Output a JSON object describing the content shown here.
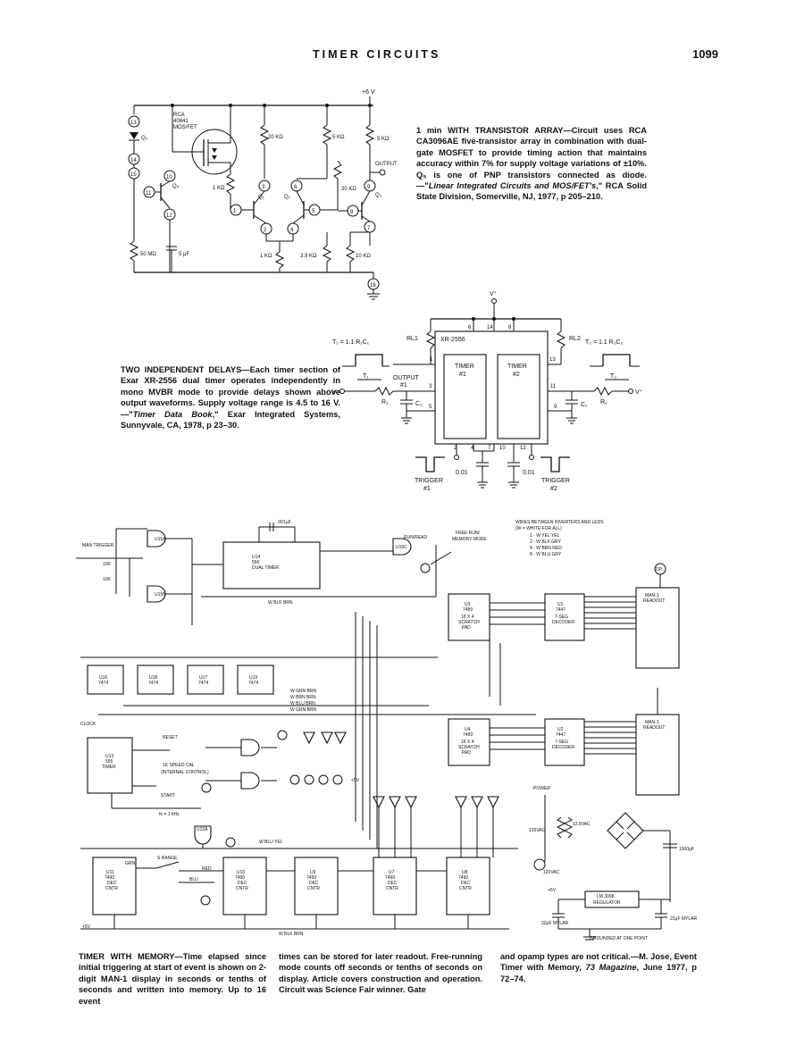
{
  "header": {
    "title": "TIMER CIRCUITS",
    "page_number": "1099"
  },
  "circuit1": {
    "caption_title": "1 min WITH TRANSISTOR ARRAY",
    "caption_body": "—Circuit uses RCA CA3096AE five-transistor array in combination with dual-gate MOSFET to provide timing action that maintains accuracy within 7% for supply voltage variations of ±10%. Q₅ is one of PNP transistors connected as diode.—\"",
    "caption_ref_title": "Linear Integrated Circuits and MOS/FET's",
    "caption_ref_rest": ",\" RCA Solid State Division, Somerville, NJ, 1977, p 205–210.",
    "labels": {
      "supply": "+6 V",
      "mosfet1": "RCA",
      "mosfet2": "40841",
      "mosfet3": "MOS/FET",
      "r20k_a": "20 KΩ",
      "r5k_a": "5 KΩ",
      "r5k_b": "5 KΩ",
      "output": "OUTPUT",
      "r20k_b": "20 KΩ",
      "r1k_a": "1 KΩ",
      "r50m": "50 MΩ",
      "c5u": "5 μF",
      "r1k_b": "1 KΩ",
      "r39k": "3.9 KΩ",
      "r10k": "10 KΩ",
      "q5": "Q₅",
      "q4": "Q₄",
      "q1": "Q₁",
      "q2": "Q₂",
      "q3": "Q₃",
      "pins": [
        "13",
        "14",
        "15",
        "10",
        "11",
        "12",
        "3",
        "6",
        "9",
        "1",
        "5",
        "8",
        "2",
        "4",
        "7",
        "16"
      ]
    }
  },
  "circuit2": {
    "caption_title": "TWO INDEPENDENT DELAYS",
    "caption_body": "—Each timer section of Exar XR-2556 dual timer operates independently in mono MVBR mode to provide delays shown above output waveforms. Supply voltage range is 4.5 to 16 V.—\"",
    "caption_ref_title": "Timer Data Book",
    "caption_ref_rest": ",\" Exar Integrated Systems, Sunnyvale, CA, 1978, p 23–30.",
    "labels": {
      "vplus_top": "V⁺",
      "t1_formula": "T₁ = 1.1 R₁C₁",
      "t2_formula": "T₂ = 1.1 R₂C₂",
      "rl1": "RL1",
      "rl2": "RL2",
      "chip": "XR-2556",
      "timer1": "TIMER",
      "timer1_num": "#1",
      "timer2": "TIMER",
      "timer2_num": "#2",
      "output1": "OUTPUT",
      "output1_num": "#1",
      "t1": "T₁",
      "t2": "T₂",
      "vplus_left": "V⁺",
      "vplus_right": "V⁺",
      "r1": "R₁",
      "c1": "C₁",
      "r2": "R₂",
      "c2": "C₂",
      "cap_a": "0.01",
      "cap_b": "0.01",
      "trigger1": "TRIGGER",
      "trigger1_num": "#1",
      "trigger2": "TRIGGER",
      "trigger2_num": "#2",
      "pins": [
        "6",
        "14",
        "8",
        "1",
        "13",
        "3",
        "11",
        "5",
        "9",
        "2",
        "4",
        "7",
        "10",
        "12"
      ]
    }
  },
  "circuit3": {
    "caption_title": "TIMER WITH MEMORY",
    "caption_body_col1": "—Time elapsed since initial triggering at start of event is shown on 2-digit MAN-1 display in seconds or tenths of seconds and written into memory. Up to 16 event",
    "caption_body_col2": "times can be stored for later readout. Free-running mode counts off seconds or tenths of seconds on display. Article covers construction and operation. Circuit was Science Fair winner. Gate",
    "caption_body_col3_a": "and opamp types are not critical.—M. Jose, Event Timer with Memory, ",
    "caption_ref_title": "73 Magazine",
    "caption_body_col3_b": ", June 1977, p 72–74.",
    "labels": {
      "u15a": "U15A",
      "u15b": "U15B",
      "u14_1": "U14",
      "u14_2": "556",
      "u14_3": "DUAL TIMER",
      "u15c": "U15C",
      "run_read": "RUN/READ",
      "free_run": "FREE RUN/",
      "memory_mode": "MEMORY MODE",
      "wires_note1": "WIRES BETWEEN INVERTERS AND LEDS",
      "wires_note2": "(W = WHITE FOR ALL)",
      "wires_1": "1 - W YEL YEL",
      "wires_2": "2 - W BLK GRY",
      "wires_4": "4 - W BRN RED",
      "wires_8": "8 - W BLU GRY",
      "man_trigger": "MAN TRIGGER",
      "r10k": "10K",
      "c001": ".001μF",
      "u3_1": "U3",
      "u3_2": "7489",
      "u3_3": "16 X 4",
      "u3_4": "SCRATCH",
      "u3_5": "PAD",
      "u1_1": "U1",
      "u1_2": "7447",
      "u1_3": "7-SEG",
      "u1_4": "DECODER",
      "man1_a1": "MAN-1",
      "man1_a2": "READOUT",
      "dp": "DP",
      "u16": "U16",
      "u18": "U18",
      "u17": "U17",
      "u19": "U19",
      "c7474": "7474",
      "u13_1": "U13",
      "u13_2": "555",
      "u13_3": "TIMER",
      "clock": "CLOCK",
      "reset": "RESET",
      "speed_cal": "1K SPEED CAL",
      "internal": "(INTERNAL CONTROL)",
      "start": "START",
      "fo": "fo = 1 kHz",
      "u2_1": "U2",
      "u2_2": "7447",
      "u2_3": "7-SEG",
      "u2_4": "DECODER",
      "u4_1": "U4",
      "u4_2": "7489",
      "u4_3": "16 X 4",
      "u4_4": "SCRATCH",
      "u4_5": "PAD",
      "man1_b1": "MAN-1",
      "man1_b2": "READOUT",
      "u12a": "U12A",
      "u11": "U11",
      "u10": "U10",
      "u9": "U9",
      "u7": "U7",
      "u8": "U8",
      "c7490": "7490",
      "dec": "DEC",
      "cntr": "CNTR",
      "range": "S RANGE",
      "red": "RED",
      "blu": "BLU",
      "grn": "GRN",
      "power": "POWER",
      "vac1": "120VAC",
      "vac2": "120VAC",
      "sec": "12.6VAC",
      "c1500": "1500μF",
      "reg1": "LM 309K",
      "reg2": "REGULATOR",
      "c22a": "22μF MYLAR",
      "c22b": "22μF MYLAR",
      "ground": "GROUNDED AT ONE POINT",
      "plus5v": "+5V",
      "w_blk_brn": "W BLK BRN",
      "w_blu_yel": "W BLU YEL",
      "w_grn_brn": "W GRN BRN",
      "w_brn_brn": "W BRN BRN",
      "w_blu_brn": "W BLU BRN",
      "w_grn_brn2": "W GRN BRN"
    }
  }
}
